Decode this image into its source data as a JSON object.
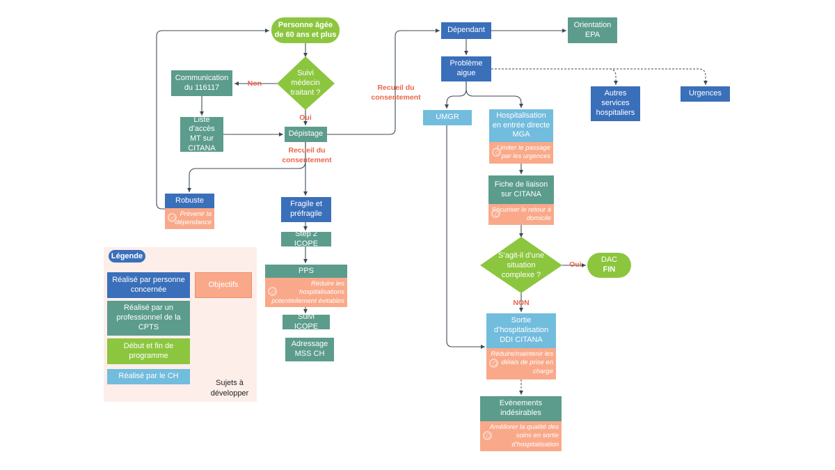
{
  "nodes": {
    "start": "Personne âgée de 60 ans et plus",
    "suivi_mt": "Suivi médecin traitant ?",
    "communication": "Communication du 116117",
    "liste_acces": "Liste d’accès MT sur CITANA",
    "depistage": "Dépistage",
    "robuste": "Robuste",
    "robuste_obj": "Prévenir la dépendance",
    "fragile": "Fragile et préfragile",
    "step2": "Step 2 ICOPE",
    "pps": "PPS",
    "pps_obj": "Réduire les hospitalisations potentiellement évitables",
    "suivi_icope": "Suivi ICOPE",
    "adressage": "Adressage MSS CH",
    "dependant": "Dépendant",
    "orientation": "Orientation EPA",
    "probleme": "Problème aigue",
    "autres": "Autres services hospitaliers",
    "urgences": "Urgences",
    "umgr": "UMGR",
    "hospit": "Hospitalisation en entrée directe MGA",
    "hospit_obj": "Limiter le passage par les urgences",
    "fiche": "Fiche de liaison sur CITANA",
    "fiche_obj": "Sécuriser le retour à domicile",
    "complexe": "S’agit-il d’une situation complexe ?",
    "dac": "DAC",
    "dac_fin": "FIN",
    "sortie": "Sortie d’hospitalisation DDI CITANA",
    "sortie_obj": "Réduire/maintenir les délais de prise en charge",
    "evenements": "Evènements indésirables",
    "evenements_obj": "Améliorer la qualité des soins en sortie d’hospitalisation"
  },
  "labels": {
    "non_left": "Non",
    "oui_center": "Oui",
    "recueil_1": "Recueil du consentement",
    "recueil_2": "Recueil du consentement",
    "oui_right": "Oui",
    "non_bottom": "NON"
  },
  "legend": {
    "title": "Légende",
    "patient": "Réalisé par personne concernée",
    "objectifs": "Objectifs",
    "cpts": "Réalisé par un professionnel de la CPTS",
    "programme": "Début et fin de programme",
    "ch": "Réalisé par le CH",
    "dashed": "Sujets à développer"
  },
  "colors": {
    "patient_blue": "#3a6fba",
    "cpts_green": "#5c9c8c",
    "ch_lightblue": "#72bcdd",
    "program_lime": "#8cc63f",
    "objective_salmon": "#f9a98a",
    "label_orange": "#e8664a",
    "legend_bg": "#fdeeea"
  }
}
